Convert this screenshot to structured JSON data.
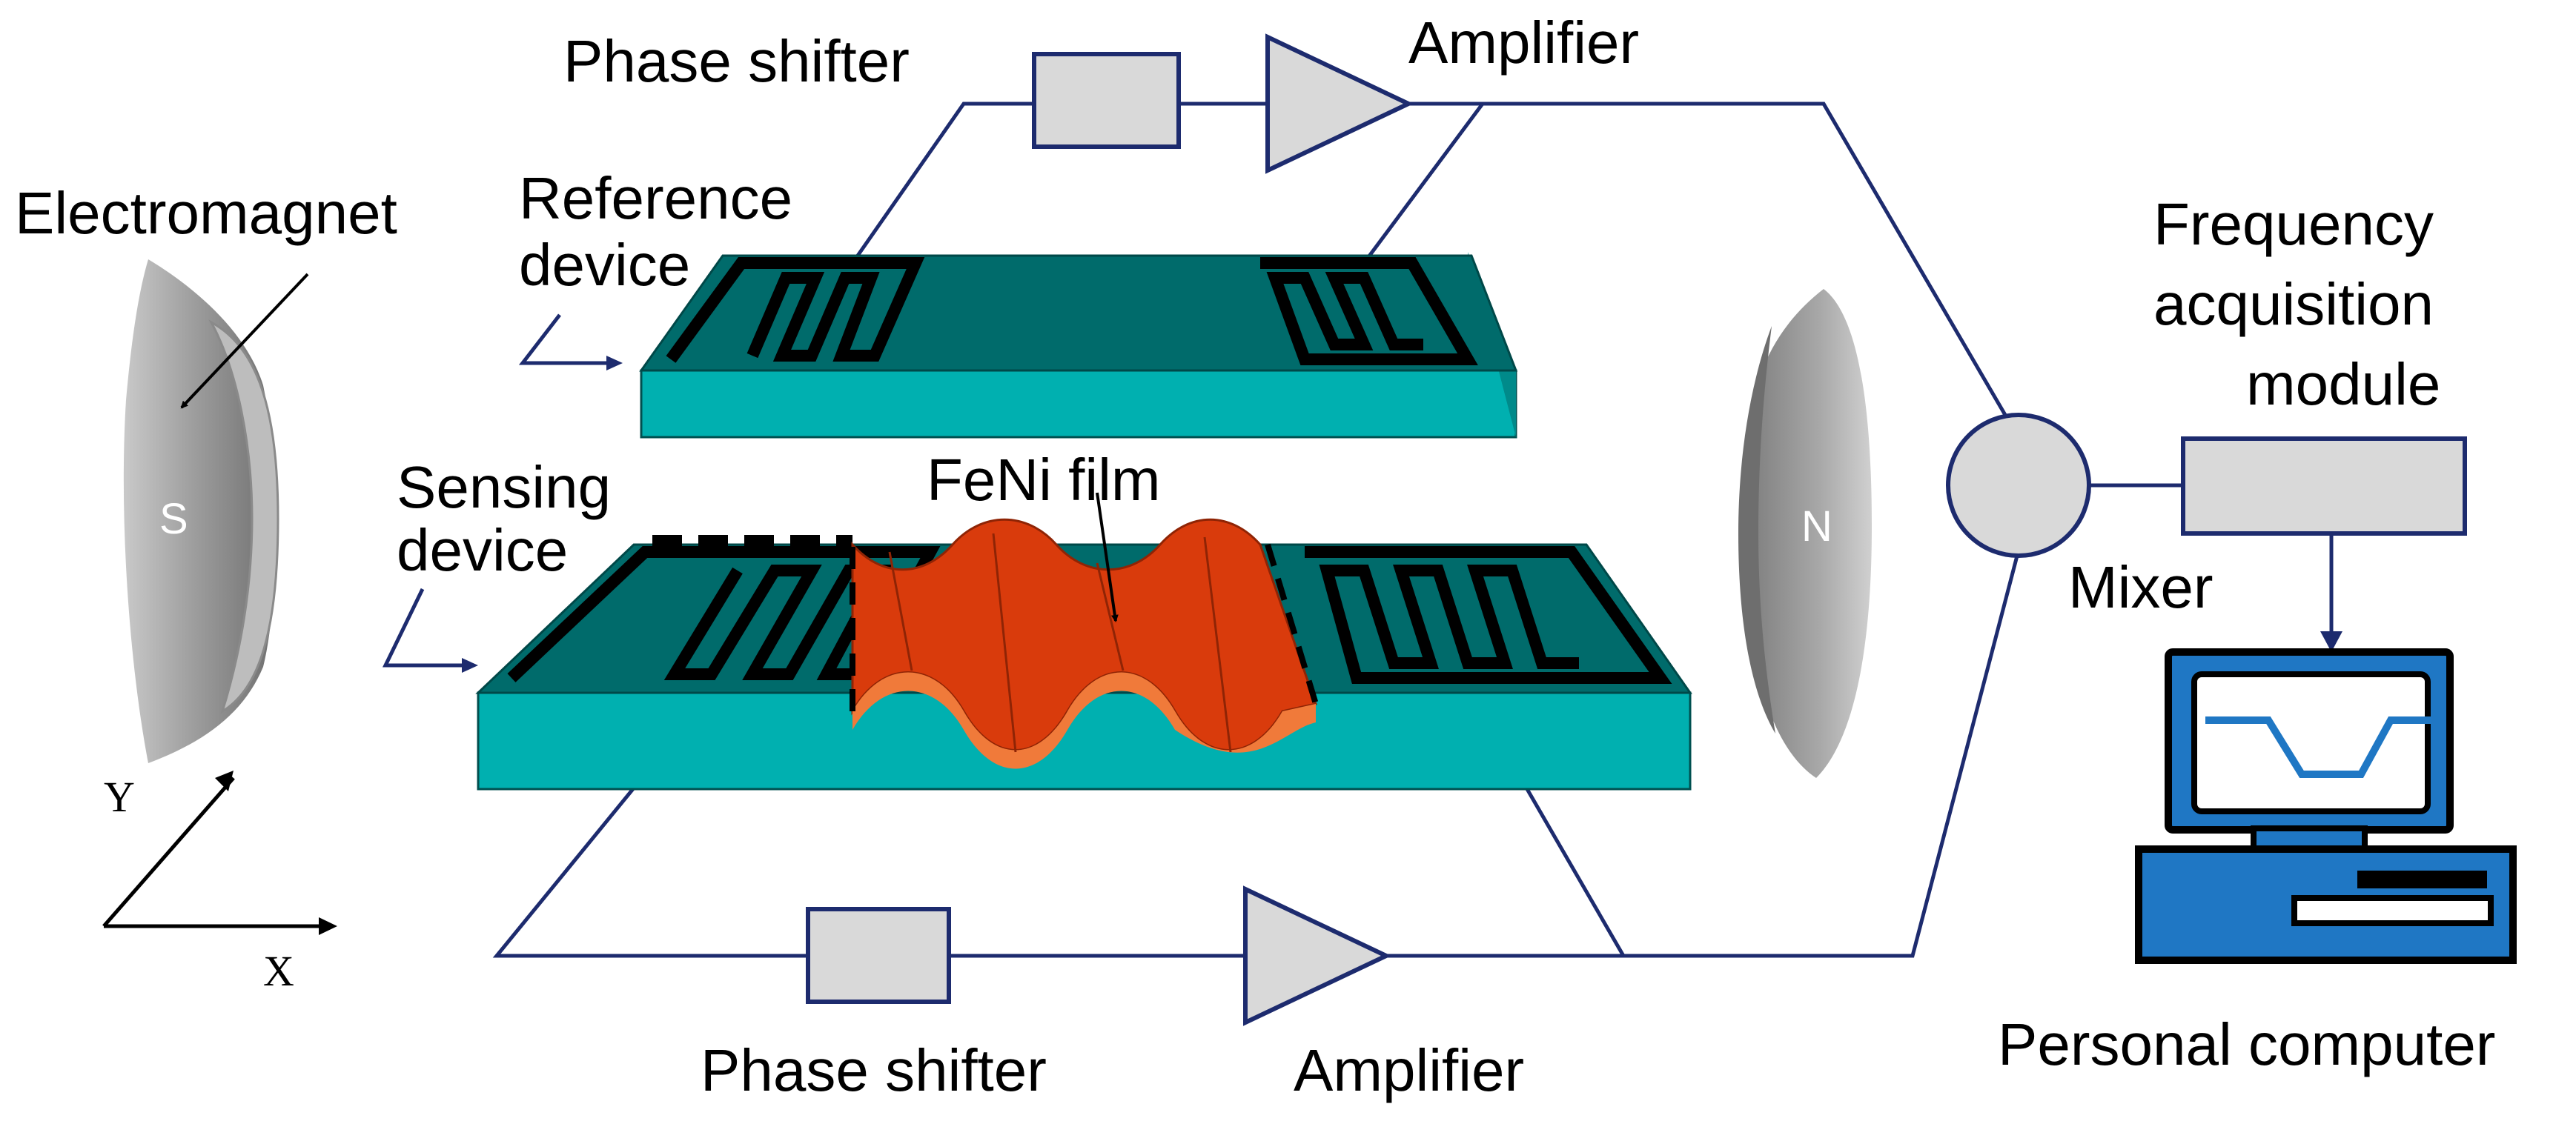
{
  "labels": {
    "phase_shifter_top": "Phase shifter",
    "amplifier_top": "Amplifier",
    "reference_device_line1": "Reference",
    "reference_device_line2": "device",
    "electromagnet": "Electromagnet",
    "sensing_device_line1": "Sensing",
    "sensing_device_line2": "device",
    "feni_film": "FeNi film",
    "frequency_line1": "Frequency",
    "frequency_line2": "acquisition",
    "frequency_line3": "module",
    "mixer": "Mixer",
    "phase_shifter_bottom": "Phase shifter",
    "amplifier_bottom": "Amplifier",
    "personal_computer": "Personal computer",
    "axis_y": "Y",
    "axis_x": "X",
    "magnet_s": "S",
    "magnet_n": "N"
  },
  "colors": {
    "wire": "#1d2b6e",
    "substrate_side": "#00b0b0",
    "substrate_top": "#006b6b",
    "feni_film": "#d93b0c",
    "component_fill": "#d9d9d9",
    "computer_blue": "#1f77c4"
  }
}
